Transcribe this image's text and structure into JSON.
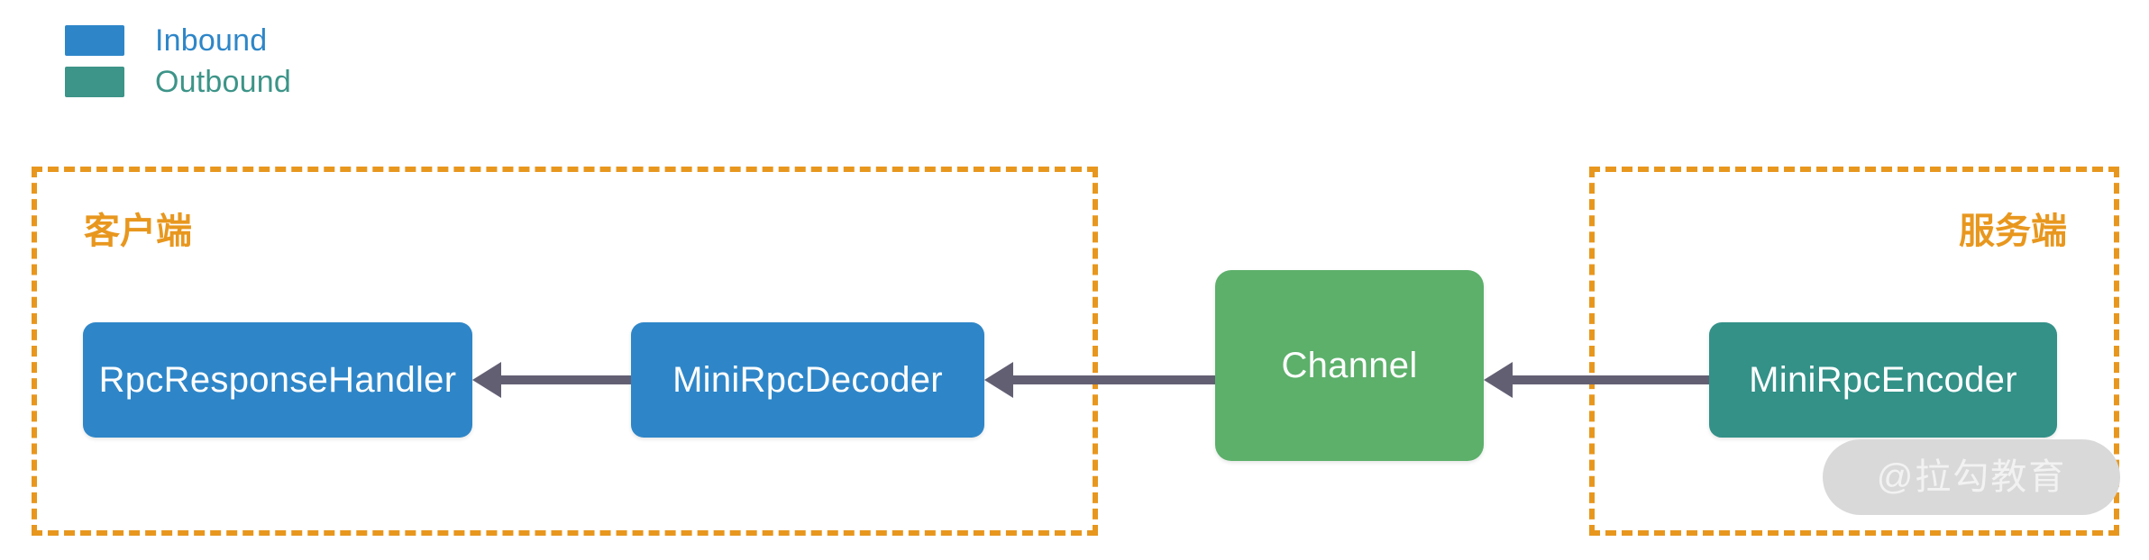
{
  "legend": {
    "items": [
      {
        "label": "Inbound",
        "color": "#2E86C8",
        "icon": "legend-swatch-icon"
      },
      {
        "label": "Outbound",
        "color": "#3D9488",
        "icon": "legend-swatch-icon"
      }
    ]
  },
  "zones": [
    {
      "id": "client",
      "title": "客户端",
      "border_color": "#E8971E",
      "border_style": "dashed"
    },
    {
      "id": "server",
      "title": "服务端",
      "border_color": "#E8971E",
      "border_style": "dashed"
    }
  ],
  "nodes": [
    {
      "id": "rpcresponsehandler",
      "label": "RpcResponseHandler",
      "color": "#2E86C8",
      "direction": "Inbound",
      "zone": "client"
    },
    {
      "id": "minirpcdecoder",
      "label": "MiniRpcDecoder",
      "color": "#2E86C8",
      "direction": "Inbound",
      "zone": "client"
    },
    {
      "id": "channel",
      "label": "Channel",
      "color": "#5CB06A",
      "direction": "",
      "zone": ""
    },
    {
      "id": "minirpcencoder",
      "label": "MiniRpcEncoder",
      "color": "#339188",
      "direction": "Outbound",
      "zone": "server"
    }
  ],
  "arrows": [
    {
      "id": "encoder-to-channel",
      "from": "minirpcencoder",
      "to": "channel",
      "color": "#635F73",
      "head": "left"
    },
    {
      "id": "channel-to-decoder",
      "from": "channel",
      "to": "minirpcdecoder",
      "color": "#635F73",
      "head": "left"
    },
    {
      "id": "decoder-to-handler",
      "from": "minirpcdecoder",
      "to": "rpcresponsehandler",
      "color": "#635F73",
      "head": "left"
    }
  ],
  "watermark": {
    "text": "@拉勾教育"
  }
}
